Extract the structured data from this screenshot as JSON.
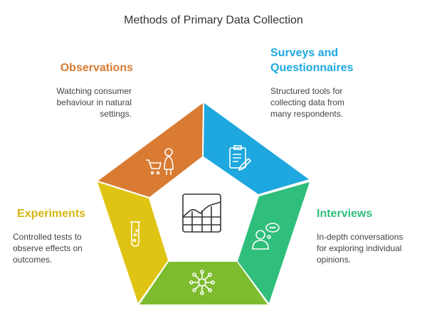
{
  "title": "Methods of Primary Data Collection",
  "colors": {
    "observations": "#D97B33",
    "surveys": "#1EA8DF",
    "interviews": "#2FBE7B",
    "unlabeled": "#7EBC2F",
    "experiments": "#E0C414"
  },
  "observations": {
    "heading": "Observations",
    "lines": [
      "Watching consumer",
      "behaviour in natural",
      "settings."
    ],
    "icon": "shopper-cart-icon"
  },
  "surveys": {
    "heading_lines": [
      "Surveys and",
      "Questionnaires"
    ],
    "lines": [
      "Structured tools for",
      "collecting data from",
      "many respondents."
    ],
    "icon": "clipboard-pencil-icon"
  },
  "interviews": {
    "heading": "Interviews",
    "lines": [
      "In-depth conversations",
      "for exploring individual",
      "opinions."
    ],
    "icon": "person-speech-icon"
  },
  "experiments": {
    "heading": "Experiments",
    "lines": [
      "Controlled tests to",
      "observe effects on",
      "outcomes."
    ],
    "icon": "test-tube-icon"
  },
  "bottom": {
    "icon": "network-gear-icon"
  },
  "center": {
    "icon": "data-chart-grid-icon"
  }
}
